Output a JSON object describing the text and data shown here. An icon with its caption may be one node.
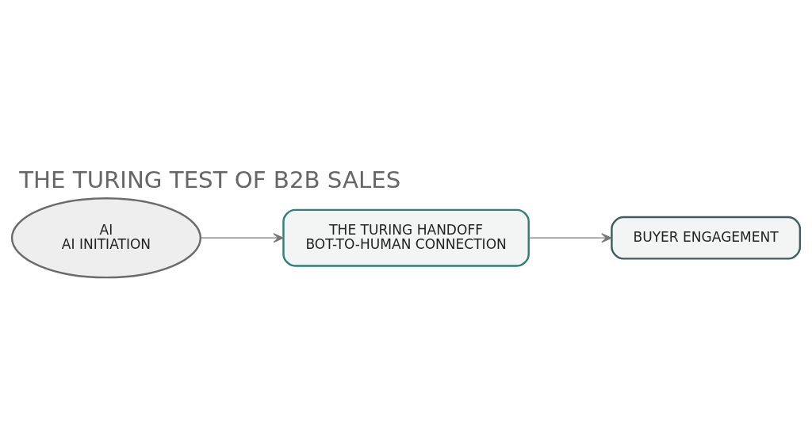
{
  "diagram": {
    "title": "THE TURING TEST OF B2B SALES",
    "nodes": [
      {
        "text": [
          "AI",
          "AI INITIATION"
        ]
      },
      {
        "text": [
          "THE TURING HANDOFF",
          "BOT-TO-HUMAN CONNECTION"
        ]
      },
      {
        "text": [
          "BUYER ENGAGEMENT"
        ]
      }
    ],
    "edges": [
      {
        "from": 0,
        "to": 1,
        "arrow": "to"
      },
      {
        "from": 1,
        "to": 2,
        "arrow": "to"
      }
    ]
  }
}
